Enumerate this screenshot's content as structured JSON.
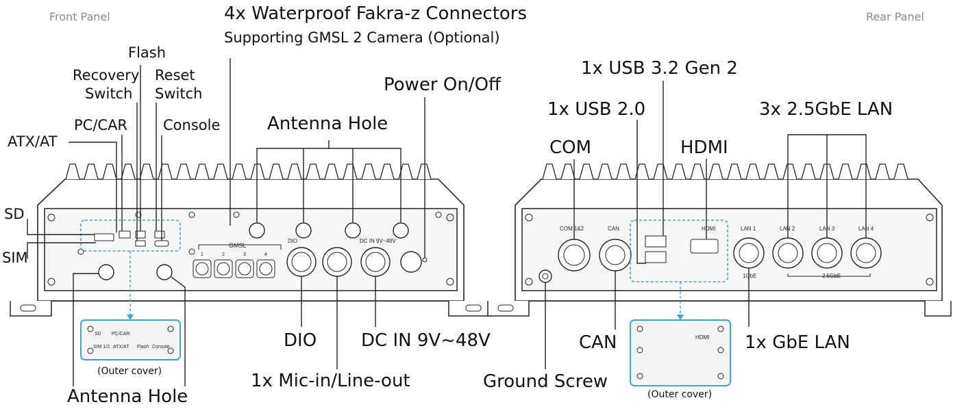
{
  "front": {
    "panel_title": "Front Panel",
    "labels": {
      "fakra_line1": "4x Waterproof Fakra-z Connectors",
      "fakra_line2": "Supporting GMSL 2 Camera (Optional)",
      "flash": "Flash",
      "recovery_line1": "Recovery",
      "recovery_line2": "Switch",
      "reset_line1": "Reset",
      "reset_line2": "Switch",
      "pc_car": "PC/CAR",
      "console": "Console",
      "atx_at": "ATX/AT",
      "sd": "SD",
      "sim": "SIM",
      "antenna_hole_top": "Antenna Hole",
      "power": "Power On/Off",
      "dio": "DIO",
      "dc_in": "DC IN 9V~48V",
      "mic": "1x Mic-in/Line-out",
      "antenna_hole_bottom": "Antenna Hole",
      "outer_cover": "(Outer cover)"
    },
    "silkscreen": {
      "gmsl": "GMSL",
      "gmsl_ports": [
        "1",
        "2",
        "3",
        "4"
      ],
      "dio": "DIO",
      "dc_in": "DC IN 9V~48V",
      "cover_sd": "SD",
      "cover_pccar": "PC/CAR",
      "cover_sim": "SIM 1/2",
      "cover_atx": "ATX/AT",
      "cover_flash": "Flash",
      "cover_console": "Console"
    }
  },
  "rear": {
    "panel_title": "Rear Panel",
    "labels": {
      "usb32": "1x USB 3.2 Gen 2",
      "usb20": "1x USB 2.0",
      "lan3": "3x 2.5GbE LAN",
      "com": "COM",
      "hdmi": "HDMI",
      "can": "CAN",
      "ground": "Ground Screw",
      "gbe": "1x GbE LAN",
      "outer_cover": "(Outer cover)"
    },
    "silkscreen": {
      "com": "COM 1&2",
      "can": "CAN",
      "hdmi": "HDMI",
      "lan1": "LAN 1",
      "lan2": "LAN 2",
      "lan3": "LAN 3",
      "lan4": "LAN 4",
      "gbe": "1GbE",
      "gbe25": "2.5GbE",
      "cover_hdmi": "HDMI"
    }
  },
  "colors": {
    "accent": "#3aa6d6",
    "line": "#222222",
    "panel": "#f4f4f4"
  }
}
